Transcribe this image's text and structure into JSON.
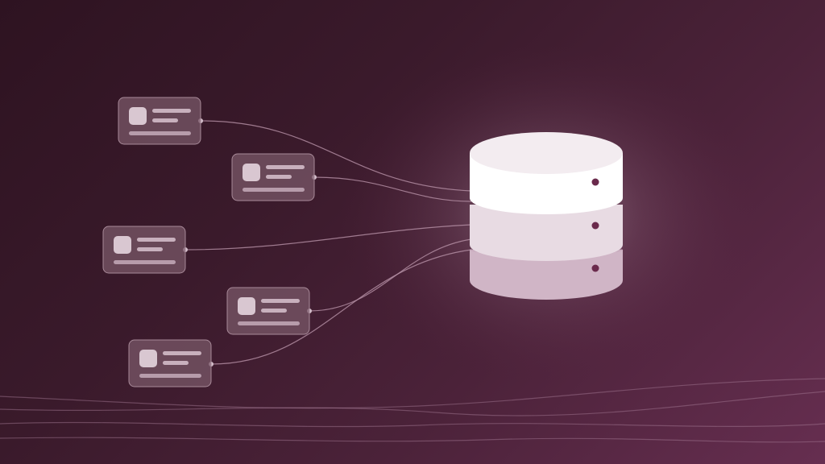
{
  "colors": {
    "bg_dark": "#2e1321",
    "bg_light": "#662e50",
    "card_fill": "#7a5868",
    "card_border": "#a88a99",
    "card_line": "#c8b0bd",
    "card_avatar": "#d9c7d1",
    "connector": "#b892a8",
    "db_top_disk": "#ffffff",
    "db_layer_1": "#ffffff",
    "db_layer_2": "#e8dbe3",
    "db_layer_3": "#d0b5c6",
    "db_dot": "#6a2a4c"
  },
  "diagram": {
    "cards": [
      {
        "name": "record-card-1"
      },
      {
        "name": "record-card-2"
      },
      {
        "name": "record-card-3"
      },
      {
        "name": "record-card-4"
      },
      {
        "name": "record-card-5"
      }
    ],
    "database": {
      "icon": "database-icon",
      "layers": 3
    }
  }
}
